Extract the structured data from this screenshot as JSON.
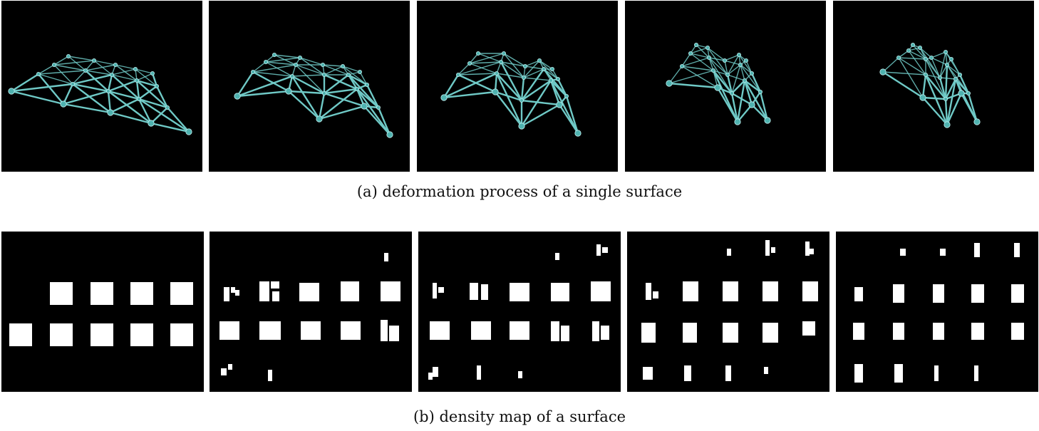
{
  "figure": {
    "caption_a": "(a) deformation process of a single surface",
    "caption_b": "(b) density map of a surface",
    "colors": {
      "background": "#000000",
      "mesh_stroke": "#6fc9c6",
      "mesh_node": "#4fb3b0",
      "density_block": "#ffffff"
    },
    "row_a_panels": [
      {
        "name": "deformation-frame-1",
        "stage": 1
      },
      {
        "name": "deformation-frame-2",
        "stage": 2
      },
      {
        "name": "deformation-frame-3",
        "stage": 3
      },
      {
        "name": "deformation-frame-4",
        "stage": 4
      },
      {
        "name": "deformation-frame-5",
        "stage": 5
      }
    ],
    "row_b_panels": [
      {
        "name": "density-map-1",
        "stage": 1
      },
      {
        "name": "density-map-2",
        "stage": 2
      },
      {
        "name": "density-map-3",
        "stage": 3
      },
      {
        "name": "density-map-4",
        "stage": 4
      },
      {
        "name": "density-map-5",
        "stage": 5
      }
    ]
  }
}
